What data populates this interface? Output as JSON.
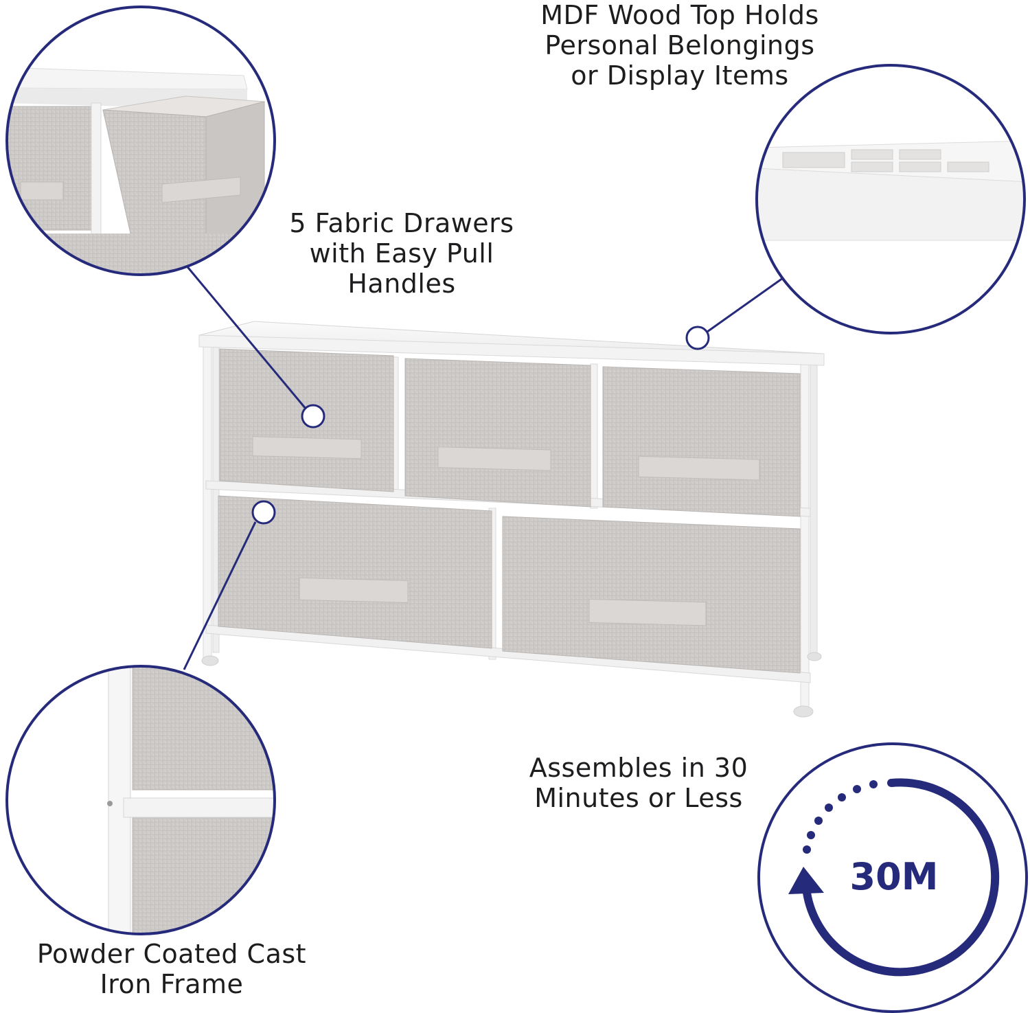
{
  "colors": {
    "accent": "#262a7a",
    "fabric": "#cfcccb",
    "frame": "#f7f7f7"
  },
  "features": {
    "top": [
      "MDF Wood Top Holds",
      "Personal Belongings",
      "or Display Items"
    ],
    "drawers": [
      "5 Fabric Drawers",
      "with Easy Pull",
      "Handles"
    ],
    "assembly": [
      "Assembles in 30",
      "Minutes or Less"
    ],
    "frame": [
      "Powder Coated Cast",
      "Iron Frame"
    ]
  },
  "badge": {
    "text": "30M",
    "icon": "circular-arrow-timer-icon"
  }
}
